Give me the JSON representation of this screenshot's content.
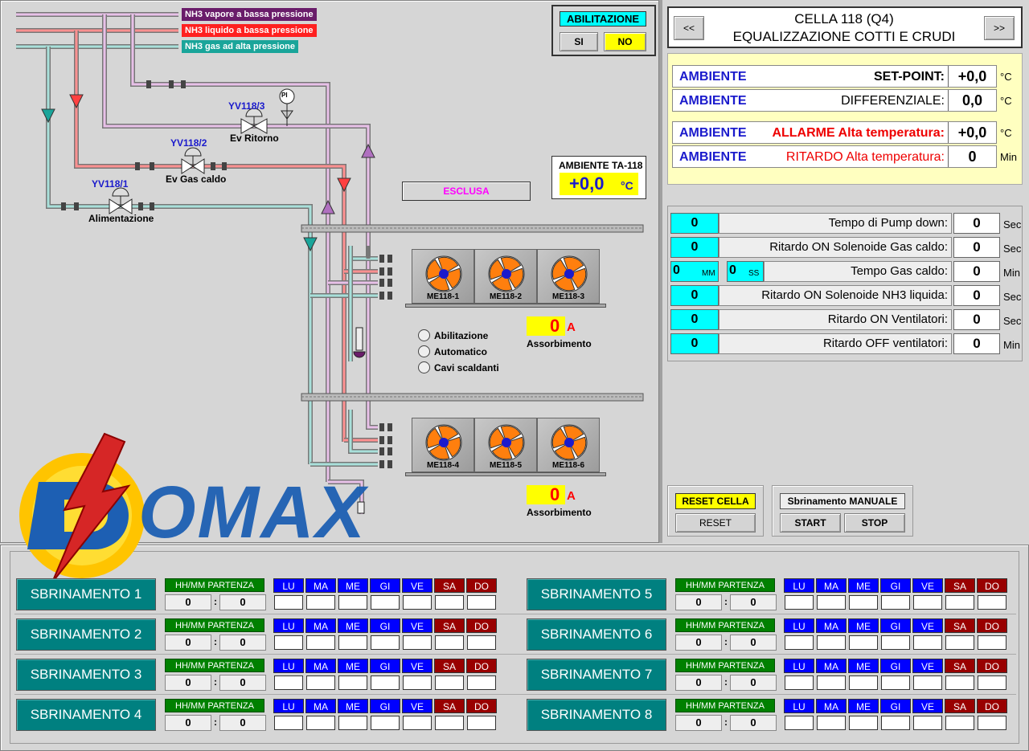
{
  "legend": {
    "vapor": "NH3 vapore a bassa pressione",
    "liquid": "NH3 liquido a bassa pressione",
    "gas": "NH3 gas ad alta pressione"
  },
  "colors": {
    "vapor": "#6a1c6a",
    "liquid": "#ff2020",
    "gas": "#1aa59a",
    "cyan": "#00ffff",
    "teal": "#008080",
    "yellow": "#ffff00",
    "green": "#008000",
    "blue": "#0000ff",
    "darkred": "#990000"
  },
  "enable": {
    "title": "ABILITAZIONE",
    "yes": "SI",
    "no": "NO"
  },
  "valves": {
    "v3": {
      "tag": "YV118/3",
      "name": "Ev Ritorno"
    },
    "v2": {
      "tag": "YV118/2",
      "name": "Ev Gas caldo"
    },
    "v1": {
      "tag": "YV118/1",
      "name": "Alimentazione"
    },
    "pi": "PI"
  },
  "ambient_sensor": {
    "title": "AMBIENTE TA-118",
    "value": "+0,0",
    "unit": "°C"
  },
  "excluded": "ESCLUSA",
  "fan_units": [
    {
      "fans": [
        "ME118-1",
        "ME118-2",
        "ME118-3"
      ],
      "current": "0",
      "unit": "A",
      "label": "Assorbimento"
    },
    {
      "fans": [
        "ME118-4",
        "ME118-5",
        "ME118-6"
      ],
      "current": "0",
      "unit": "A",
      "label": "Assorbimento"
    }
  ],
  "status": [
    "Abilitazione",
    "Automatico",
    "Cavi scaldanti"
  ],
  "cell": {
    "prev": "<<",
    "next": ">>",
    "title": "CELLA 118 (Q4)",
    "subtitle": "EQUALIZZAZIONE COTTI E CRUDI"
  },
  "ambient_params": [
    {
      "key": "AMBIENTE",
      "desc": "SET-POINT:",
      "value": "+0,0",
      "unit": "°C",
      "style": "bold"
    },
    {
      "key": "AMBIENTE",
      "desc": "DIFFERENZIALE:",
      "value": "0,0",
      "unit": "°C",
      "style": "normal"
    },
    {
      "key": "AMBIENTE",
      "desc": "ALLARME Alta temperatura:",
      "value": "+0,0",
      "unit": "°C",
      "style": "alarm"
    },
    {
      "key": "AMBIENTE",
      "desc": "RITARDO Alta temperatura:",
      "value": "0",
      "unit": "Min",
      "style": "delay"
    }
  ],
  "timers": [
    {
      "cyan": "0",
      "desc": "Tempo di Pump down:",
      "value": "0",
      "unit": "Sec"
    },
    {
      "cyan": "0",
      "desc": "Ritardo ON Solenoide Gas caldo:",
      "value": "0",
      "unit": "Sec"
    },
    {
      "cyan_mm": "0",
      "mm": "MM",
      "cyan_ss": "0",
      "ss": "SS",
      "desc": "Tempo Gas caldo:",
      "value": "0",
      "unit": "Min"
    },
    {
      "cyan": "0",
      "desc": "Ritardo ON Solenoide NH3 liquida:",
      "value": "0",
      "unit": "Sec"
    },
    {
      "cyan": "0",
      "desc": "Ritardo ON Ventilatori:",
      "value": "0",
      "unit": "Sec"
    },
    {
      "cyan": "0",
      "desc": "Ritardo OFF ventilatori:",
      "value": "0",
      "unit": "Min"
    }
  ],
  "reset": {
    "label": "RESET CELLA",
    "button": "RESET"
  },
  "manual": {
    "label": "Sbrinamento MANUALE",
    "start": "START",
    "stop": "STOP"
  },
  "logo": "OMAX",
  "defrost": {
    "hhmm_label": "HH/MM PARTENZA",
    "days": [
      "LU",
      "MA",
      "ME",
      "GI",
      "VE",
      "SA",
      "DO"
    ],
    "items": [
      {
        "name": "SBRINAMENTO 1",
        "hh": "0",
        "mm": "0"
      },
      {
        "name": "SBRINAMENTO 2",
        "hh": "0",
        "mm": "0"
      },
      {
        "name": "SBRINAMENTO 3",
        "hh": "0",
        "mm": "0"
      },
      {
        "name": "SBRINAMENTO 4",
        "hh": "0",
        "mm": "0"
      },
      {
        "name": "SBRINAMENTO 5",
        "hh": "0",
        "mm": "0"
      },
      {
        "name": "SBRINAMENTO 6",
        "hh": "0",
        "mm": "0"
      },
      {
        "name": "SBRINAMENTO 7",
        "hh": "0",
        "mm": "0"
      },
      {
        "name": "SBRINAMENTO 8",
        "hh": "0",
        "mm": "0"
      }
    ]
  }
}
